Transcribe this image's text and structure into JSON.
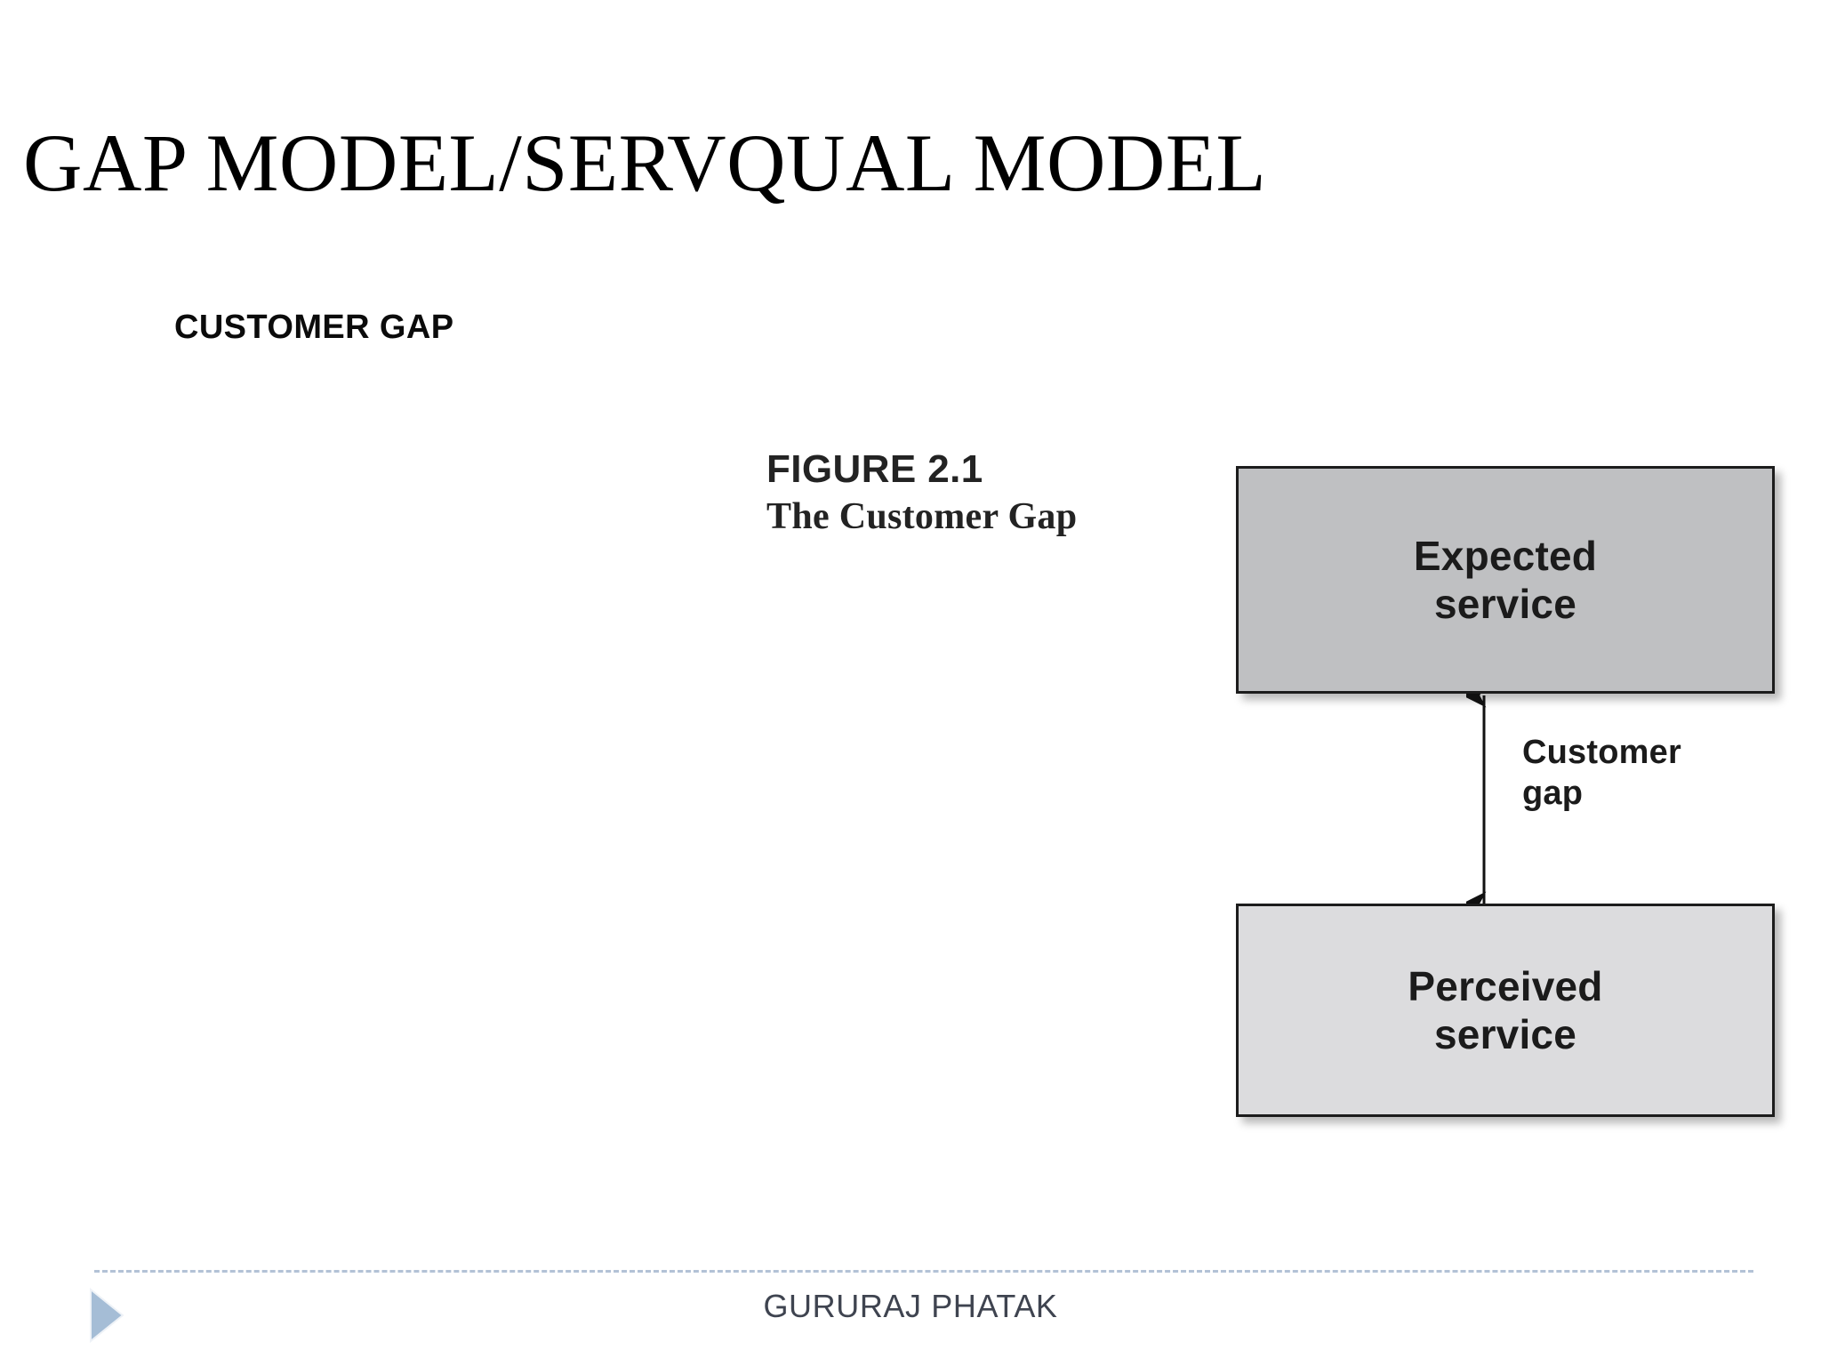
{
  "slide": {
    "title": "GAP MODEL/SERVQUAL MODEL",
    "sub_heading": "CUSTOMER GAP",
    "background_color": "#ffffff"
  },
  "figure": {
    "number_label": "FIGURE 2.1",
    "name_label": "The Customer Gap",
    "boxes": [
      {
        "id": "expected-service",
        "line1": "Expected",
        "line2": "service",
        "fill_color": "#bfc0c2",
        "border_color": "#1c1c1c"
      },
      {
        "id": "perceived-service",
        "line1": "Perceived",
        "line2": "service",
        "fill_color": "#dcdcde",
        "border_color": "#1c1c1c"
      }
    ],
    "connector": {
      "type": "double-headed-vertical-arrow",
      "color": "#111111",
      "label_line1": "Customer",
      "label_line2": "gap"
    }
  },
  "footer": {
    "author": "GURURAJ PHATAK",
    "rule_color": "#b3c2d6",
    "triangle_color": "#a5bdd6",
    "text_color": "#3f4450"
  }
}
